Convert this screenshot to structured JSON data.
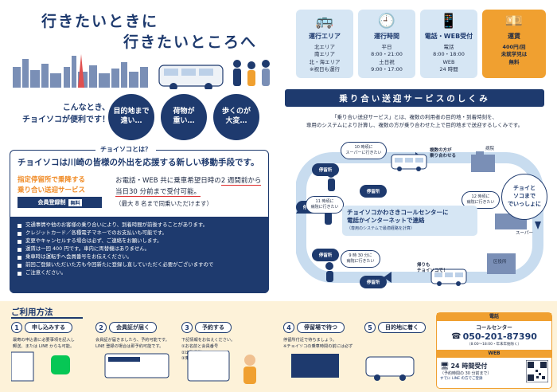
{
  "hero": {
    "title_line1": "行きたいときに",
    "title_line2": "行きたいところへ",
    "catch": "こんなとき、\nチョイソコが便利です！",
    "circles": [
      "目的地まで\n遠い…",
      "荷物が\n重い…",
      "歩くのが\n大変…"
    ]
  },
  "about": {
    "heading": "チョイソコとは？",
    "lead": "チョイソコは川崎の皆様の外出を応援する新しい移動手段です。",
    "orange": "指定停留所で乗降する\n乗り合い送迎サービス",
    "member_label": "会員登録制",
    "member_tag": "無料",
    "booking_pre": "お電話・WEB 共に乗車希望日時の",
    "booking_hl1": "2 週間前から",
    "booking_hl2": "当日30 分前まで受付可能。",
    "limit": "（最大 8 名まで同乗いただけます）",
    "bullets": [
      "交通事情や他のお客様の乗り合いにより、到着時間が前後することがあります。",
      "クレジットカード／各種電子マネーでのお支払いも可能です。",
      "変更やキャンセルする場合は必ず、ご連絡をお願いします。",
      "運賃は一回 400 円です。車内に両替機はありません。",
      "乗車時は運転手へ会員番号をお伝えください。",
      "前回ご登録いただいた方も今回新たに登録し直していただく必要がございますので",
      "ご注意ください。"
    ]
  },
  "cards": [
    {
      "heading": "運行エリア",
      "icon": "bus-icon",
      "glyph": "🚌",
      "body": "北エリア\n南エリア\n北・海エリア\n※祝日も運行"
    },
    {
      "heading": "運行時間",
      "icon": "clock-icon",
      "glyph": "🕘",
      "body": "平日\n8:00・21:00\n土日祝\n9:00・17:00"
    },
    {
      "heading": "電話・WEB受付",
      "icon": "phone-icon",
      "glyph": "📱",
      "body": "電話\n8:00・18:00\nWEB\n24 時間"
    },
    {
      "heading": "運賃",
      "icon": "wallet-icon",
      "glyph": "💴",
      "body": "400円/回\n未就学児は\n無料"
    }
  ],
  "system": {
    "banner": "乗り合い送迎サービスのしくみ",
    "description": "「乗り合い送迎サービス」とは、複数の利用者の目的地・到着時刻を、\n専用のシステムにより計算し、複数の方が乗り合わせた上で目的地まで送迎するしくみです。",
    "callcenter_title": "チョイソコかわさきコールセンターに\n電話かインターネットで連絡",
    "callcenter_sub": "（専用のシステムで最適経路を計算）",
    "chotto": "チョイと\nソコまで\nでいっしょに",
    "stops": [
      "停留所",
      "停留所",
      "停留所",
      "停留所",
      "停留所"
    ],
    "bubbles": [
      "10 時頃に\nスーパーに行きたい",
      "11 時頃に\n病院に行きたい",
      "12 時頃に\n病院に行きたい",
      "9 時 30 分に\n病院に行きたい"
    ],
    "labels": [
      "複数の方が\n乗り合わせる",
      "病院",
      "スーパー",
      "区役所",
      "帰りも\nチョイソコで！"
    ]
  },
  "usage": {
    "title": "ご利用方法",
    "steps": [
      {
        "num": "1",
        "label": "申し込みする",
        "desc": "最寄の申込書に必要事項を記入し\n郵送、または LINE からも可能。"
      },
      {
        "num": "2",
        "label": "会員証が届く",
        "desc": "会員証が届きましたら、予約可能です。\nLINE 登録の場合は即予約可能です。"
      },
      {
        "num": "3",
        "label": "予約する",
        "desc": "下記情報をお伝えください。\n①お名前と会員番号\n②出発場所\n③乗り降り希望日時"
      },
      {
        "num": "4",
        "label": "停留場で待つ",
        "desc": "停留所付近で待ちましょう。\n※チョイソコの乗車時間の前には必ず"
      },
      {
        "num": "5",
        "label": "目的地に着く",
        "desc": ""
      }
    ]
  },
  "contact": {
    "phone_head": "電話",
    "center": "コールセンター",
    "number": "050-201-87390",
    "hours": "（8:00〜18:00・年末年始除く）",
    "web_head": "WEB",
    "web_24": "24 時間受付",
    "web_note": "（予約時間の 30 分前まで）",
    "web_note2": "すでに LINE の方でご登録"
  }
}
